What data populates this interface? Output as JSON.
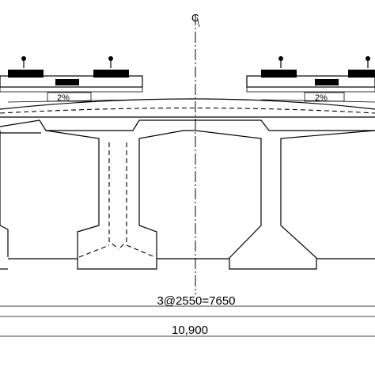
{
  "drawing": {
    "centerline_mark": "C",
    "slope_left": "2%",
    "slope_right": "2%",
    "dim_girder_spacing": "3@2550=7650",
    "dim_total_width": "10,900"
  }
}
